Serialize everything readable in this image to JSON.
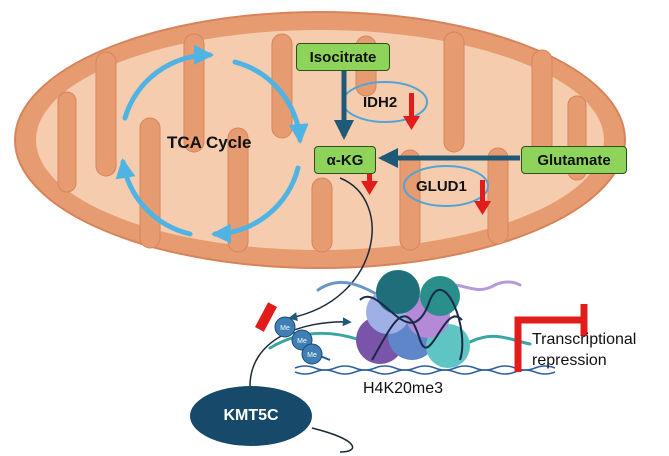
{
  "labels": {
    "tca_cycle": "TCA Cycle",
    "isocitrate": "Isocitrate",
    "idh2": "IDH2",
    "akg": "α-KG",
    "glutamate": "Glutamate",
    "glud1": "GLUD1",
    "me": "Me",
    "h4k20me3": "H4K20me3",
    "kmt5c": "KMT5C",
    "repression_line1": "Transcriptional",
    "repression_line2": "repression"
  },
  "colors": {
    "mito_outer": "#e79b70",
    "mito_inner": "#f6ccae",
    "tca_arrow": "#4fb4e3",
    "metabolite_box": "#8ed35a",
    "down_arrow": "#e21b1b",
    "flow_arrow": "#1e5a78",
    "kmt5c": "#174a6a",
    "repression": "#e21b1b"
  },
  "icons": [
    "down-arrow-icon",
    "inhibition-bar-icon",
    "methyl-group-icon"
  ]
}
